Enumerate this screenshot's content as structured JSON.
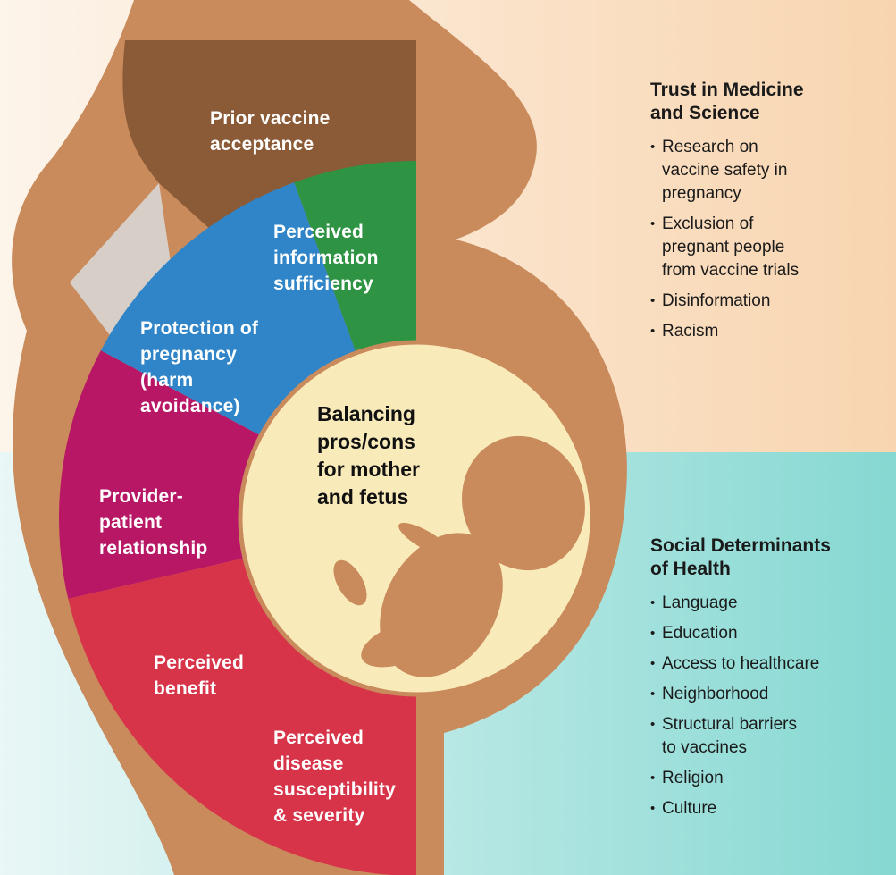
{
  "center": {
    "label": "Balancing\npros/cons\nfor mother\nand fetus"
  },
  "segments": [
    {
      "id": "prior",
      "label": "Prior vaccine\nacceptance",
      "color": "#8b5a36"
    },
    {
      "id": "info",
      "label": "Perceived\ninformation\nsufficiency",
      "color": "#f05f2a"
    },
    {
      "id": "protection",
      "label": "Protection of\npregnancy\n(harm\navoidance)",
      "color": "#2e9444"
    },
    {
      "id": "provider",
      "label": "Provider-\npatient\nrelationship",
      "color": "#2f85c8"
    },
    {
      "id": "benefit",
      "label": "Perceived\nbenefit",
      "color": "#b81765"
    },
    {
      "id": "disease",
      "label": "Perceived\ndisease\nsusceptibility\n& severity",
      "color": "#d7344a"
    }
  ],
  "panels": {
    "trust": {
      "title": "Trust in Medicine\nand Science",
      "items": [
        "Research on\nvaccine safety in\npregnancy",
        "Exclusion of\npregnant people\nfrom vaccine trials",
        "Disinformation",
        "Racism"
      ]
    },
    "social": {
      "title": "Social Determinants\nof Health",
      "items": [
        "Language",
        "Education",
        "Access to healthcare",
        "Neighborhood",
        "Structural barriers\nto vaccines",
        "Religion",
        "Culture"
      ]
    }
  },
  "colors": {
    "background_top": "#fbe1c4",
    "background_bottom": "#bfe9e5",
    "skin": "#c98a5c",
    "womb": "#f9eaba"
  }
}
